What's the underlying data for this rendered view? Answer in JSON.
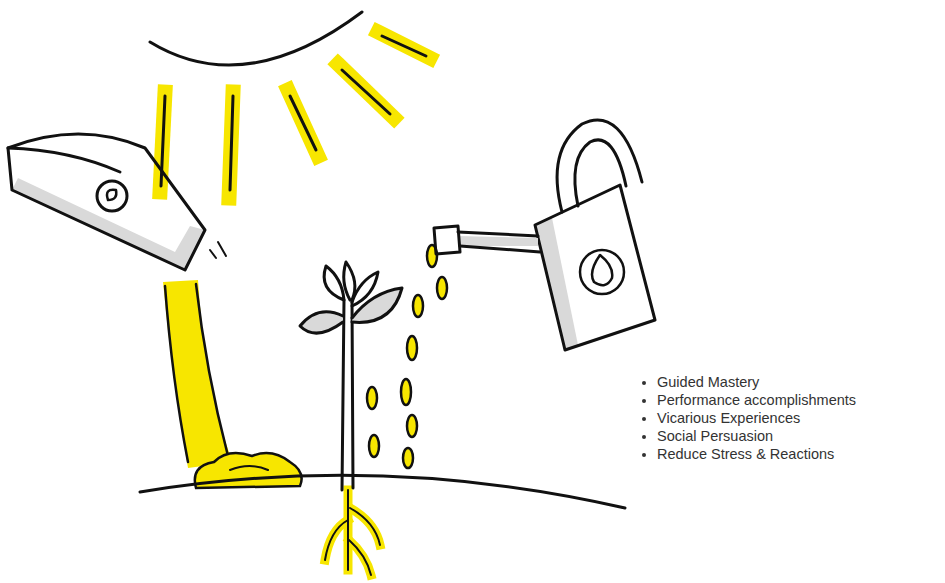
{
  "diagram": {
    "labels": [
      "Guided Mastery",
      "Performance accomplishments",
      "Vicarious Experiences",
      "Social Persuasion",
      "Reduce Stress & Reactions"
    ]
  }
}
